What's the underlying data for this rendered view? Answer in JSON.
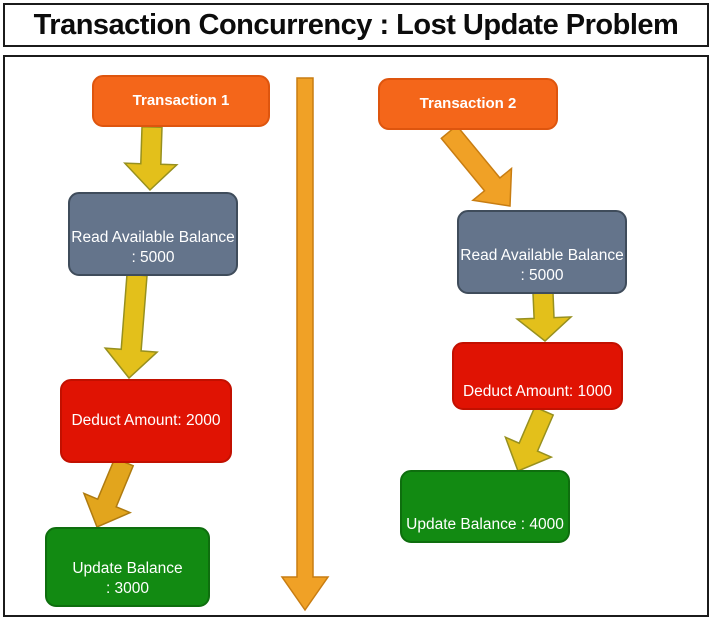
{
  "title": "Transaction Concurrency : Lost Update Problem",
  "colors": {
    "header_orange": "#f4661a",
    "read_gray": "#64748b",
    "deduct_red": "#e01303",
    "update_green": "#128a12",
    "arrow_yellow": "#e3c01b",
    "arrow_yellow_border": "#97901f",
    "arrow_gold": "#e2a51d",
    "arrow_gold_border": "#af7b10",
    "arrow_orange": "#f0a126",
    "arrow_orange_border": "#c87d12"
  },
  "transaction1": {
    "header": "Transaction 1",
    "read_line1": "Read Available Balance",
    "read_line2": ": 5000",
    "deduct": "Deduct Amount: 2000",
    "update_line1": "Update Balance",
    "update_line2": ": 3000"
  },
  "transaction2": {
    "header": "Transaction 2",
    "read_line1": "Read Available Balance",
    "read_line2": ": 5000",
    "deduct": "Deduct Amount: 1000",
    "update": "Update Balance : 4000"
  }
}
